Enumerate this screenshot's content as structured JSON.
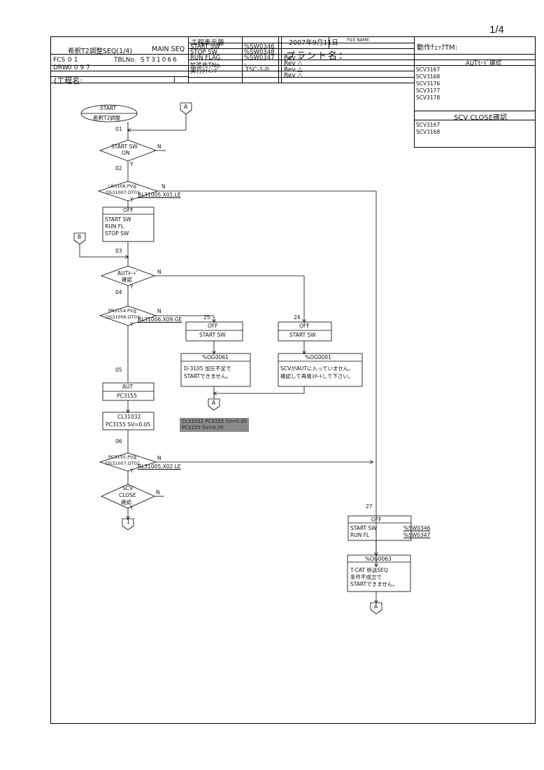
{
  "page_number": "1/4",
  "header": {
    "left": {
      "title": "希釈T2調整SEQ(1/4)",
      "seq_type": "MAIN SEQ",
      "fcs_label": "FCS",
      "fcs_value": "01",
      "tbl_label": "TBLNo.",
      "tbl_value": "ST31066",
      "drw_label": "DRW",
      "drw_value": "0097",
      "process_name_label": "(工程名:",
      "process_name_close": ")"
    },
    "mid": {
      "title": "工程表示器",
      "rows": [
        {
          "label": "START SW",
          "value": "%SW0346"
        },
        {
          "label": "STOP SW",
          "value": "%SW0348"
        },
        {
          "label": "RUN FLAG",
          "value": "%SW0347"
        },
        {
          "label": "拡張先TNo.",
          "value": "-"
        },
        {
          "label": "実行ﾀｲﾐﾝｸﾞ",
          "value": "TSC-1-0"
        }
      ]
    },
    "date": "2007年9月11日",
    "file_name_label": "FILE NAME:",
    "plant_name_label": "プラント名：",
    "rev_label": "Rev",
    "check_title": "動作ﾁｪｯｸTM:"
  },
  "side_panel": {
    "aut_title": "AUTﾓｰﾄﾞ確認",
    "aut_items": [
      "SCV3167",
      "SCV3168",
      "SCV3176",
      "SCV3177",
      "SCV3178"
    ],
    "close_title": "SCV CLOSE確認",
    "close_items": [
      "SCV3167",
      "SCV3168"
    ]
  },
  "flow": {
    "start_line1": "START",
    "start_line2": "希釈T2調整",
    "conn_a": "A",
    "conn_b": "B",
    "conn_1": "1",
    "steps": [
      "01",
      "02",
      "03",
      "04",
      "05",
      "06",
      "24",
      "25",
      "27"
    ],
    "dec_start_sw": [
      "START SW",
      "ON"
    ],
    "dec_lr": [
      "LR3106.PV≧",
      "DS31007.DT01"
    ],
    "dec_aut": [
      "AUTﾓｰﾄﾞ",
      "確認"
    ],
    "dec_pr": [
      "PR3154.PV≧",
      "DS31006.DT03"
    ],
    "dec_pc": [
      "PC3155.PV≧",
      "DS31007.DT02"
    ],
    "dec_scv": [
      "SCV",
      "CLOSE",
      "確認"
    ],
    "yes": "Y",
    "no": "N",
    "rl1": "RL31005.X01.LE",
    "rl2": "RL31006.X09.GE",
    "rl3": "RL31005.X02.LE",
    "off": "OFF",
    "off_box1_lines": [
      "START SW",
      "RUN FL",
      "STOP SW"
    ],
    "start_sw": "START SW",
    "aut_box": [
      "AUT",
      "PC3155"
    ],
    "cl_box": [
      "CL31032",
      "PC3155 SV=0.05"
    ],
    "gray_note": [
      "CL31032 PC3155 SV=0.05",
      "  PC3155 SV=0.05"
    ],
    "msg_og0061": {
      "code": "%OG0061",
      "lines": [
        "D-3105 加圧不足で",
        "STARTできません。"
      ]
    },
    "msg_og0001": {
      "code": "%OG0001",
      "lines": [
        "SCVがAUTに入っていません。",
        "確認して再度ｽﾀｰﾄして下さい。"
      ]
    },
    "off27_lines": [
      "START SW",
      "RUN FL"
    ],
    "off27_refs": [
      "%SW0346",
      "%SW0347"
    ],
    "msg_og0063": {
      "code": "%OG0063",
      "lines": [
        "T-CAT 移送SEQ",
        "条件不成立で",
        "STARTできません。"
      ]
    }
  }
}
